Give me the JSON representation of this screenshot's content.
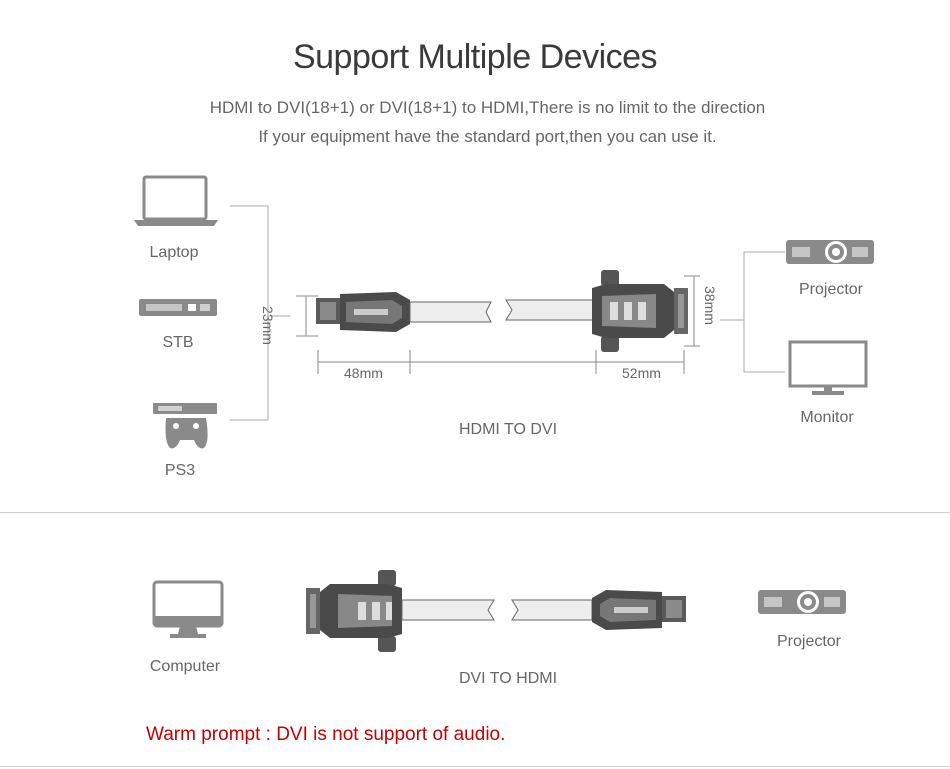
{
  "header": {
    "title": "Support Multiple Devices",
    "subtitle_line1": "HDMI to DVI(18+1) or DVI(18+1) to HDMI,There is no limit to the direction",
    "subtitle_line2": "If your equipment have the standard port,then you can use it."
  },
  "section_top": {
    "sources": [
      "Laptop",
      "STB",
      "PS3"
    ],
    "targets": [
      "Projector",
      "Monitor"
    ],
    "cable_label": "HDMI TO DVI",
    "dimensions": {
      "hdmi_height": "23mm",
      "hdmi_length": "48mm",
      "dvi_length": "52mm",
      "dvi_height": "38mm"
    }
  },
  "section_bottom": {
    "source": "Computer",
    "target": "Projector",
    "cable_label": "DVI TO HDMI"
  },
  "warning": "Warm prompt : DVI is not support of audio.",
  "colors": {
    "title": "#3a3a3a",
    "text": "#666666",
    "icon": "#8a8a8a",
    "connector": "#5a5a5a",
    "warning": "#c40000"
  },
  "icons": [
    "laptop-icon",
    "stb-icon",
    "ps3-icon",
    "projector-icon",
    "monitor-icon",
    "computer-icon",
    "hdmi-connector-icon",
    "dvi-connector-icon"
  ]
}
